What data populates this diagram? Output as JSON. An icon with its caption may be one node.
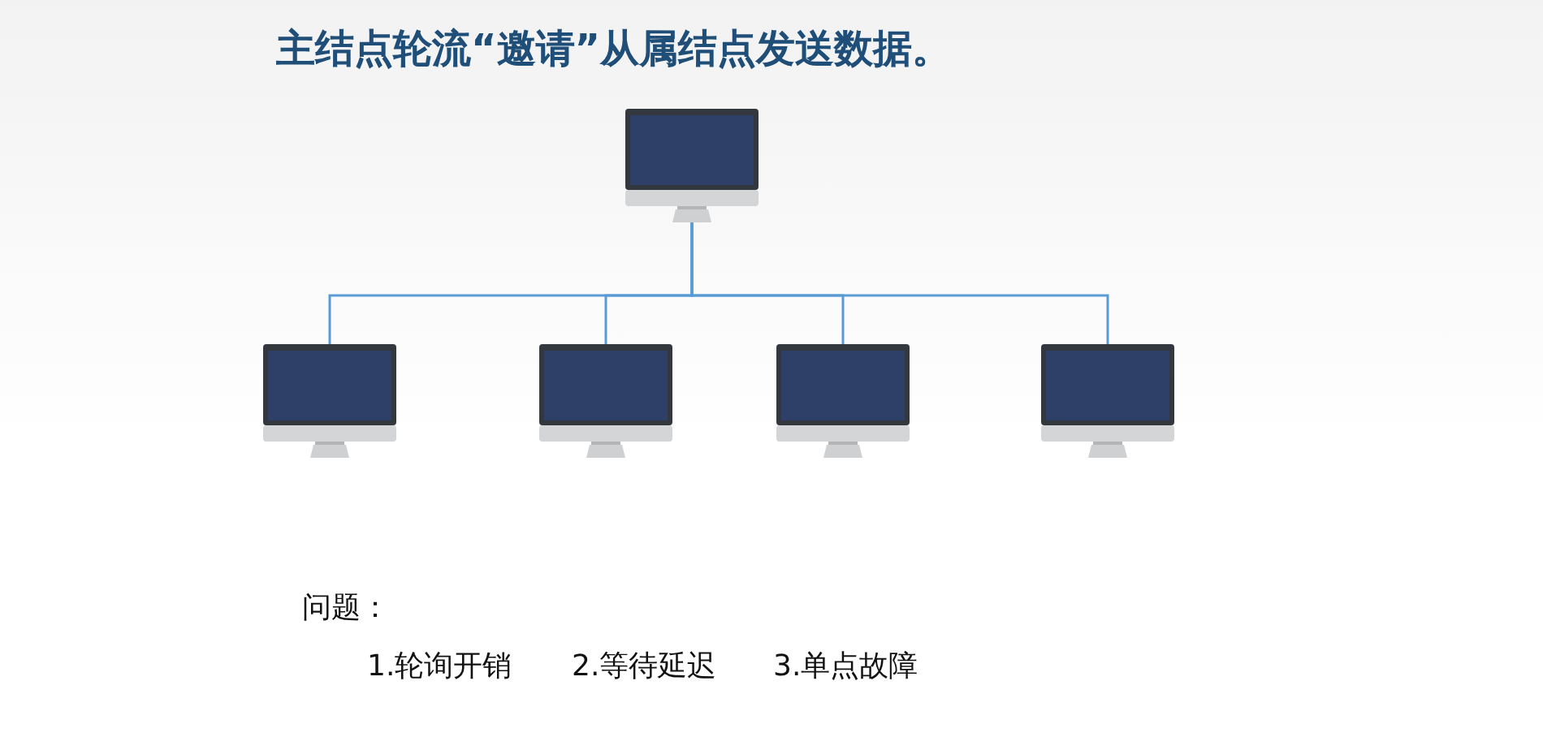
{
  "diagram": {
    "title": "主结点轮流“邀请”从属结点发送数据。",
    "nodes": [
      {
        "text": [],
        "shape": "monitor"
      },
      {
        "text": [],
        "shape": "monitor"
      },
      {
        "text": [],
        "shape": "monitor"
      },
      {
        "text": [],
        "shape": "monitor"
      },
      {
        "text": [],
        "shape": "monitor"
      }
    ],
    "edges": [
      {
        "from": 0,
        "to": 1,
        "arrow": "none"
      },
      {
        "from": 0,
        "to": 2,
        "arrow": "none"
      },
      {
        "from": 0,
        "to": 3,
        "arrow": "none"
      },
      {
        "from": 0,
        "to": 4,
        "arrow": "none"
      }
    ],
    "labels": [
      "问题：",
      "1.轮询开销",
      "2.等待延迟",
      "3.单点故障"
    ]
  }
}
